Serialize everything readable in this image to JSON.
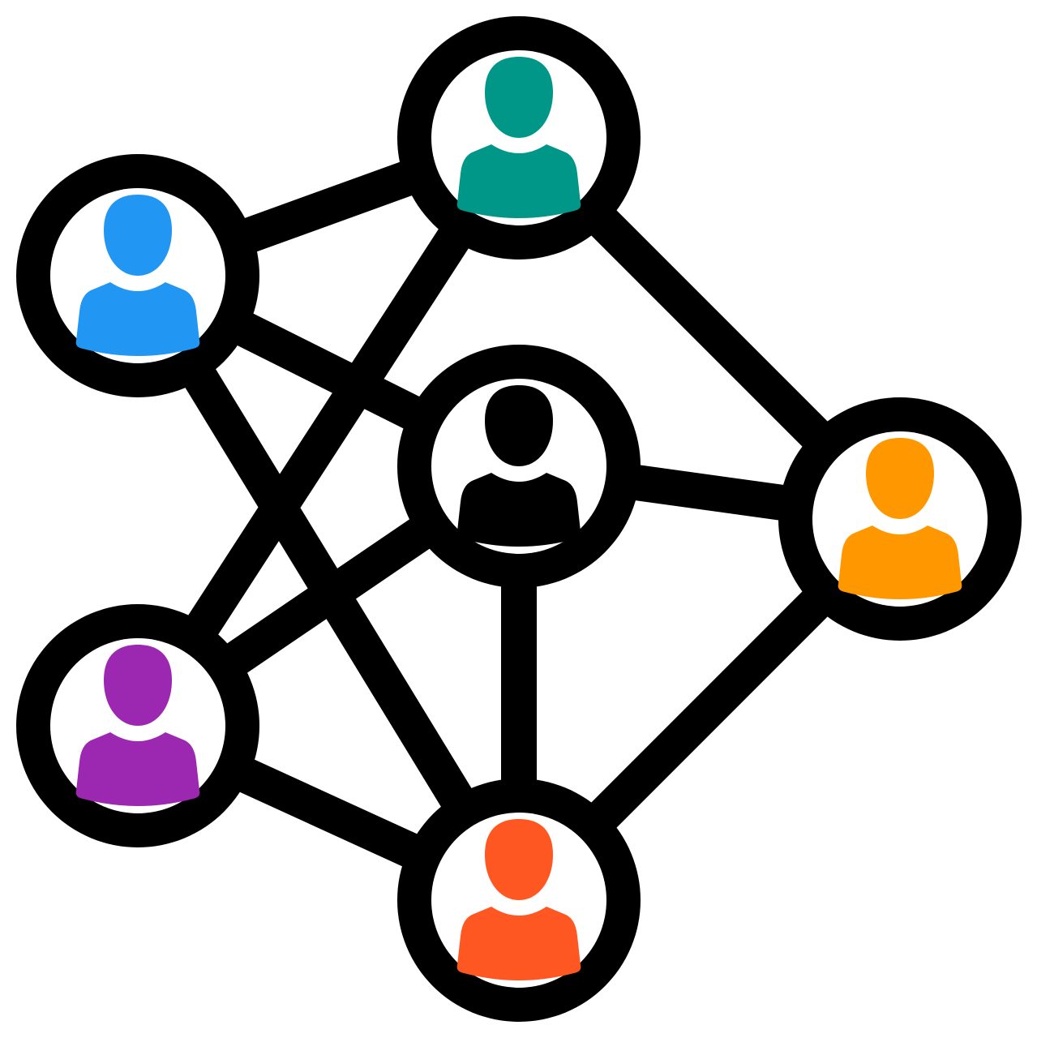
{
  "diagram": {
    "type": "network",
    "stroke_color": "#000000",
    "background": "#ffffff",
    "node_fill": "#ffffff",
    "nodes": [
      {
        "id": "teal",
        "color": "#009688",
        "icon": "user-icon"
      },
      {
        "id": "blue",
        "color": "#2196F3",
        "icon": "user-icon"
      },
      {
        "id": "center",
        "color": "#000000",
        "icon": "user-icon"
      },
      {
        "id": "orange",
        "color": "#FF9800",
        "icon": "user-icon"
      },
      {
        "id": "purple",
        "color": "#9C27B0",
        "icon": "user-icon"
      },
      {
        "id": "red",
        "color": "#FF5722",
        "icon": "user-icon"
      }
    ],
    "edges": [
      {
        "from": "blue",
        "to": "teal"
      },
      {
        "from": "teal",
        "to": "orange"
      },
      {
        "from": "blue",
        "to": "center"
      },
      {
        "from": "teal",
        "to": "purple"
      },
      {
        "from": "blue",
        "to": "red"
      },
      {
        "from": "center",
        "to": "orange"
      },
      {
        "from": "center",
        "to": "red"
      },
      {
        "from": "center",
        "to": "purple"
      },
      {
        "from": "purple",
        "to": "red"
      },
      {
        "from": "orange",
        "to": "red"
      }
    ]
  }
}
